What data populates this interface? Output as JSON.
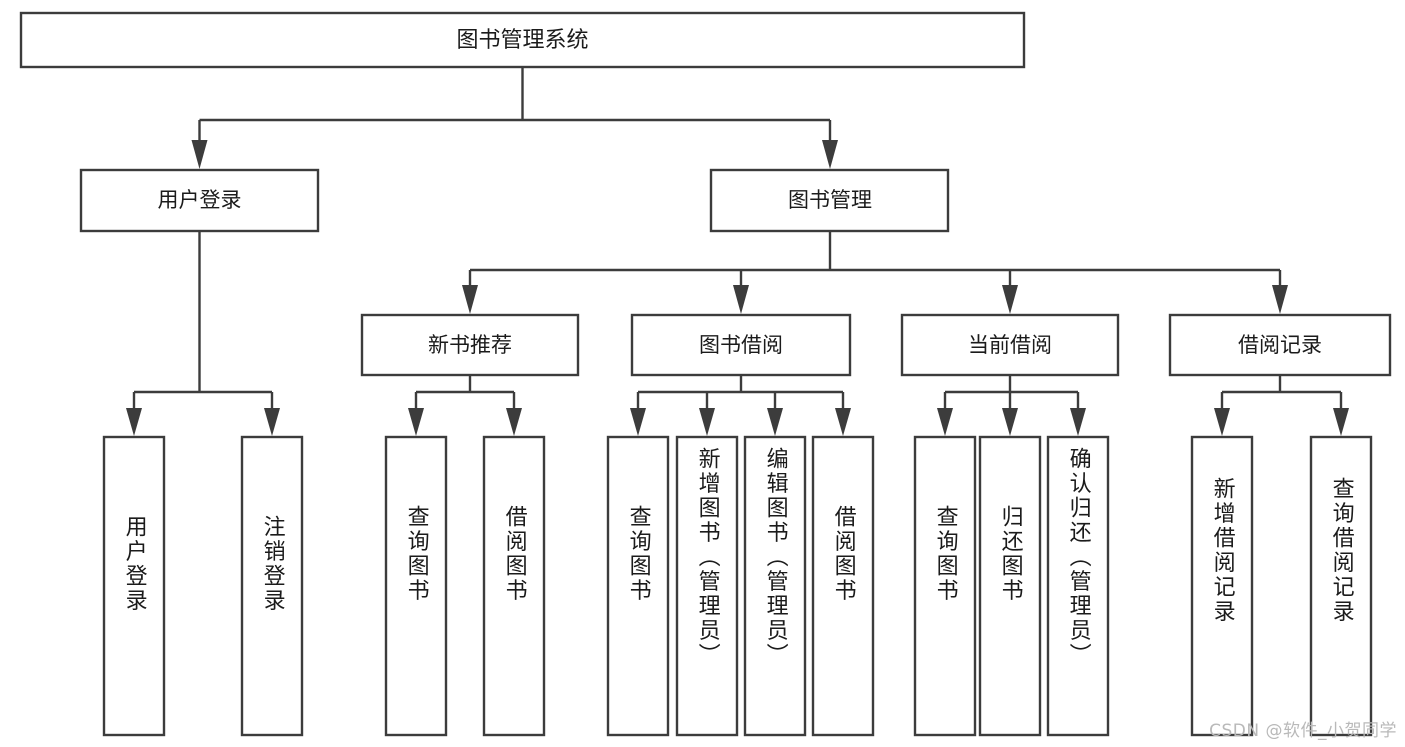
{
  "diagram": {
    "type": "tree-hierarchy",
    "title": "图书管理系统",
    "watermark": "CSDN @软件_小贺同学",
    "colors": {
      "stroke": "#3c3c3c",
      "box_fill": "#ffffff",
      "text": "#1b1b1b",
      "background": "#ffffff",
      "watermark": "#b9b9b9"
    },
    "levels": {
      "root": {
        "label": "图书管理系统"
      },
      "level2": [
        {
          "label": "用户登录"
        },
        {
          "label": "图书管理"
        }
      ],
      "level3": [
        {
          "label": "新书推荐"
        },
        {
          "label": "图书借阅"
        },
        {
          "label": "当前借阅"
        },
        {
          "label": "借阅记录"
        }
      ]
    },
    "groups": [
      {
        "parent": "用户登录",
        "leaves": [
          {
            "label": "用户登录"
          },
          {
            "label": "注销登录"
          }
        ]
      },
      {
        "parent": "新书推荐",
        "leaves": [
          {
            "label": "查询图书"
          },
          {
            "label": "借阅图书"
          }
        ]
      },
      {
        "parent": "图书借阅",
        "leaves": [
          {
            "label": "查询图书"
          },
          {
            "label": "新增图书（管理员）"
          },
          {
            "label": "编辑图书（管理员）"
          },
          {
            "label": "借阅图书"
          }
        ]
      },
      {
        "parent": "当前借阅",
        "leaves": [
          {
            "label": "查询图书"
          },
          {
            "label": "归还图书"
          },
          {
            "label": "确认归还（管理员）"
          }
        ]
      },
      {
        "parent": "借阅记录",
        "leaves": [
          {
            "label": "新增借阅记录"
          },
          {
            "label": "查询借阅记录"
          }
        ]
      }
    ]
  },
  "nodes": {
    "root": "图书管理系统",
    "n_user_login": "用户登录",
    "n_book_mgmt": "图书管理",
    "n_new_book_rec": "新书推荐",
    "n_book_borrow": "图书借阅",
    "n_current_borrow": "当前借阅",
    "n_borrow_record": "借阅记录",
    "leaf_user_login": "用户登录",
    "leaf_logout": "注销登录",
    "leaf_q_book_1": "查询图书",
    "leaf_borrow_book_1": "借阅图书",
    "leaf_q_book_2": "查询图书",
    "leaf_add_book": "新增图书（管理员）",
    "leaf_edit_book": "编辑图书（管理员）",
    "leaf_borrow_book_2": "借阅图书",
    "leaf_q_book_3": "查询图书",
    "leaf_return_book": "归还图书",
    "leaf_confirm_return": "确认归还（管理员）",
    "leaf_add_record": "新增借阅记录",
    "leaf_q_record": "查询借阅记录"
  },
  "watermark": {
    "text": "CSDN @软件_小贺同学"
  }
}
